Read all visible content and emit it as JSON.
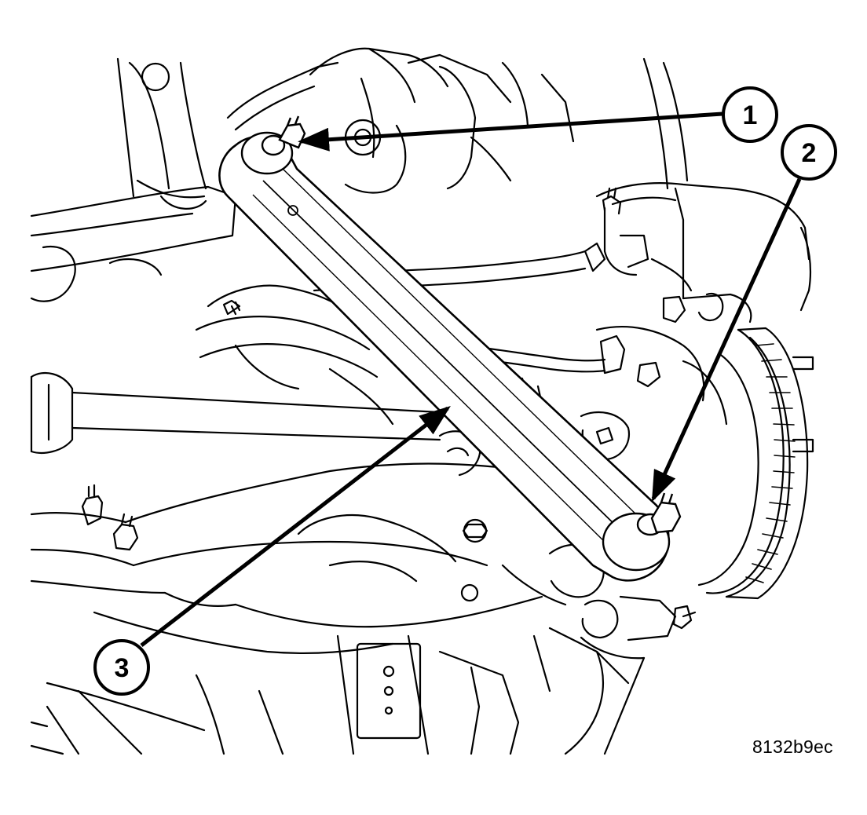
{
  "figure": {
    "reference_code": "8132b9ec"
  },
  "callouts": [
    {
      "number": "1"
    },
    {
      "number": "2"
    },
    {
      "number": "3"
    }
  ],
  "style": {
    "line_color": "#000000",
    "background": "#ffffff"
  }
}
